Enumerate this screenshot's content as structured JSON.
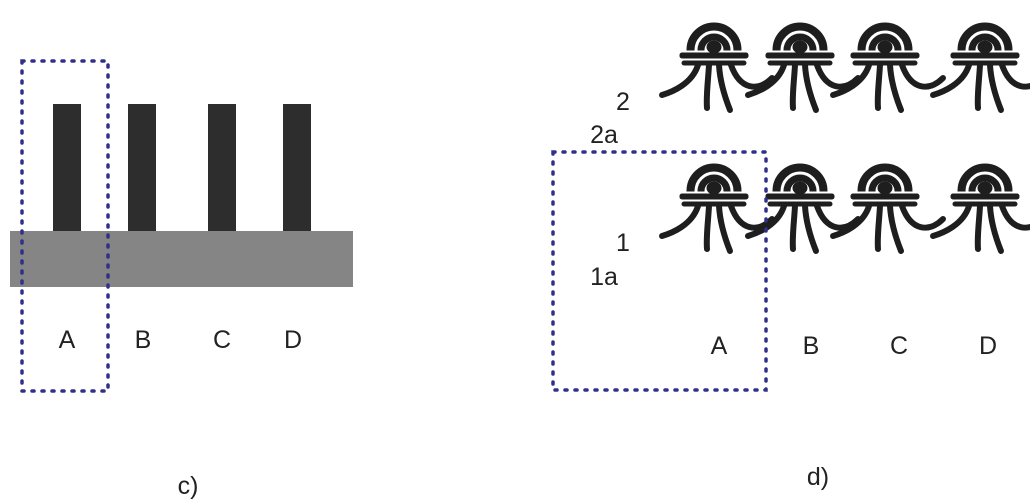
{
  "panel_c": {
    "caption": "c)",
    "columns": [
      "A",
      "B",
      "C",
      "D"
    ],
    "colors": {
      "pillar": "#2d2d2d",
      "substrate": "#858585",
      "selection": "#303088"
    }
  },
  "panel_d": {
    "caption": "d)",
    "columns": [
      "A",
      "B",
      "C",
      "D"
    ],
    "row_labels": {
      "top": "2",
      "top_sub": "2a",
      "bottom": "1",
      "bottom_sub": "1a"
    },
    "colors": {
      "unit": "#1e1e1e",
      "selection": "#303088"
    }
  }
}
